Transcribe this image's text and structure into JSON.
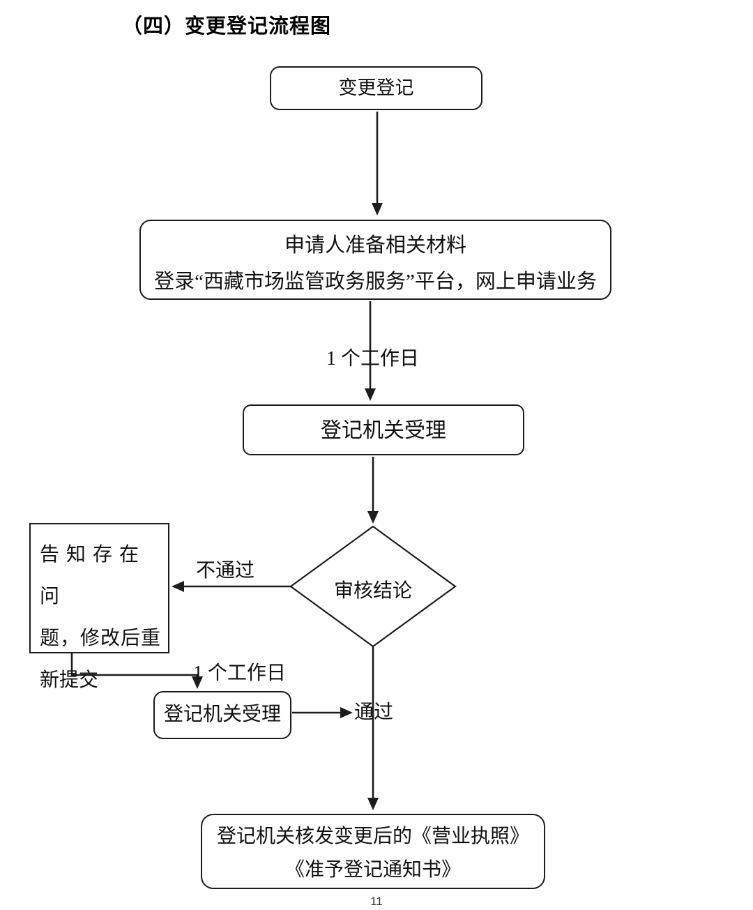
{
  "page": {
    "title": "（四）变更登记流程图",
    "page_number": "11"
  },
  "flowchart": {
    "nodes": {
      "start": {
        "label": "变更登记"
      },
      "prepare": {
        "lines": [
          "申请人准备相关材料",
          "登录“西藏市场监管政务服务”平台，网上申请业务"
        ]
      },
      "accept": {
        "label": "登记机关受理"
      },
      "review": {
        "label": "审核结论"
      },
      "notify": {
        "lines": [
          "告知存在问",
          "题，修改后重",
          "新提交"
        ]
      },
      "resubmit_accept": {
        "label": "登记机关受理"
      },
      "issue": {
        "lines": [
          "登记机关核发变更后的《营业执照》",
          "《准予登记通知书》"
        ]
      }
    },
    "edge_labels": {
      "one_workday_first": "1 个工作日",
      "not_pass": "不通过",
      "one_workday_second": "1 个工作日",
      "pass": "通过"
    },
    "colors": {
      "line": "#1c1c1c",
      "text": "#111111",
      "background": "#ffffff"
    }
  }
}
